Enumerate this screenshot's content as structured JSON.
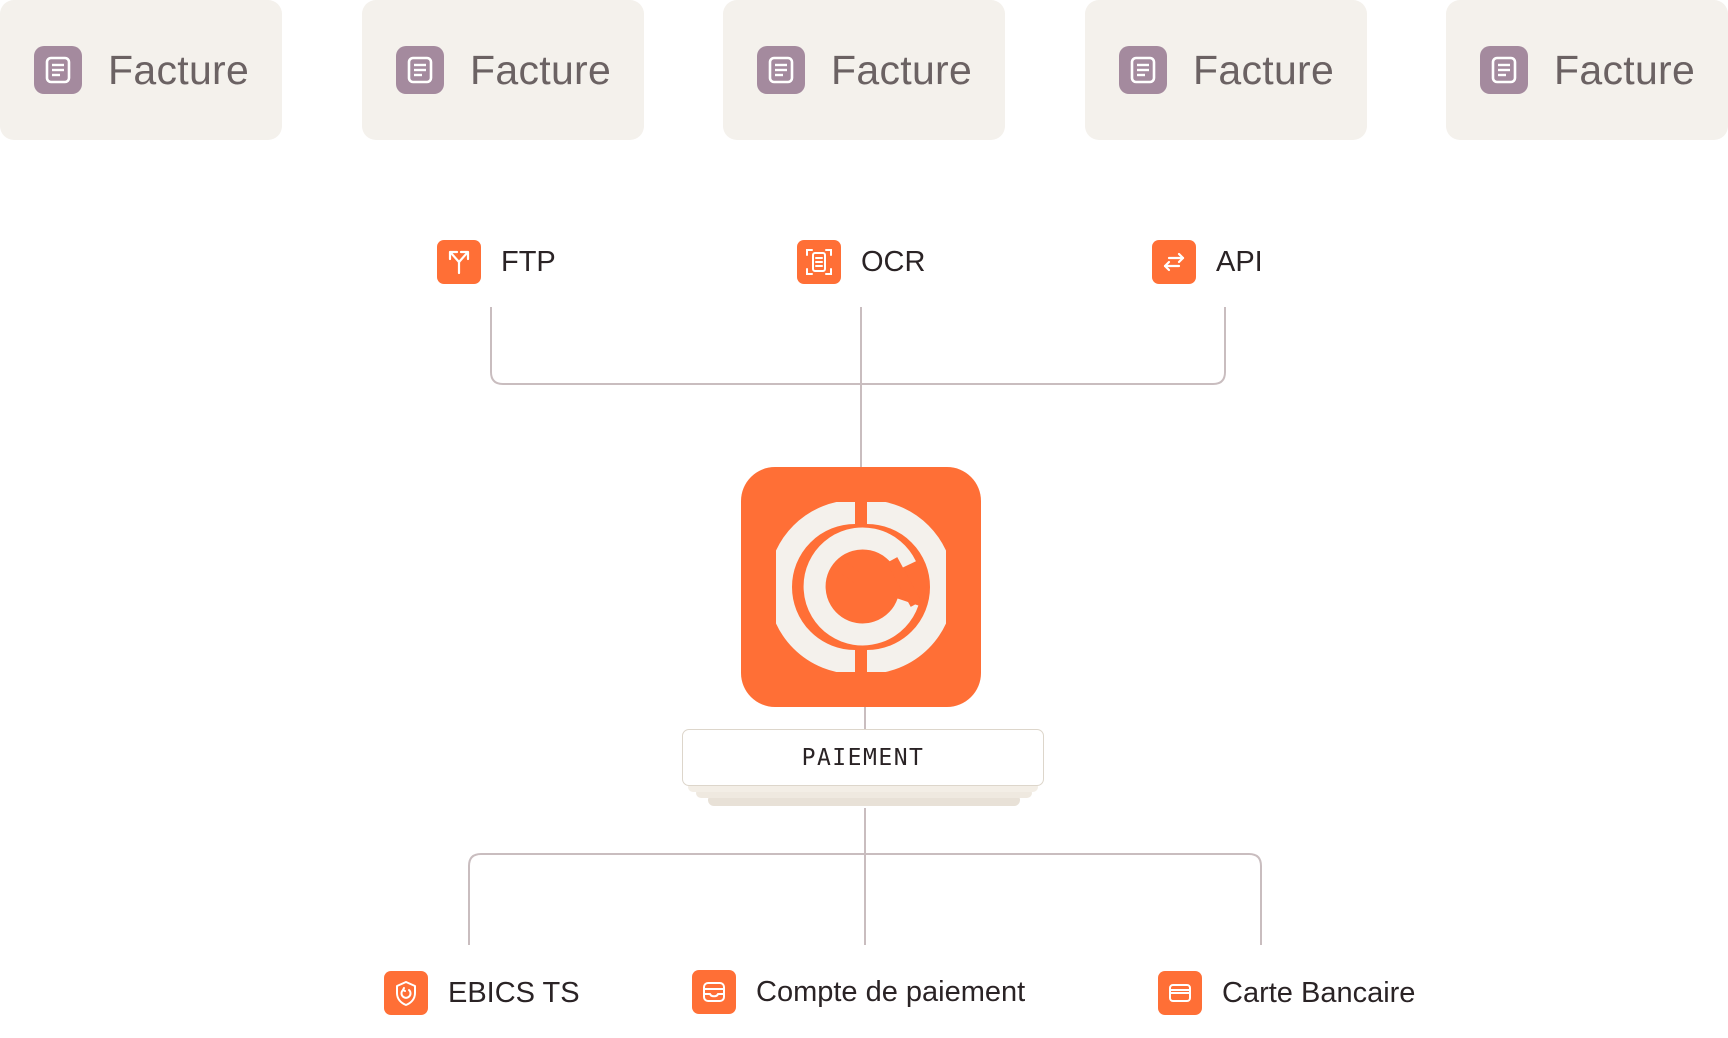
{
  "invoices": [
    {
      "label": "Facture"
    },
    {
      "label": "Facture"
    },
    {
      "label": "Facture"
    },
    {
      "label": "Facture"
    },
    {
      "label": "Facture"
    }
  ],
  "sources": {
    "ftp": {
      "label": "FTP",
      "icon": "split-arrows-icon"
    },
    "ocr": {
      "label": "OCR",
      "icon": "document-scan-icon"
    },
    "api": {
      "label": "API",
      "icon": "swap-arrows-icon"
    }
  },
  "hub": {
    "icon": "logo-icon",
    "label": "PAIEMENT"
  },
  "destinations": {
    "ebics": {
      "label": "EBICS TS",
      "icon": "shield-icon"
    },
    "compte": {
      "label": "Compte de paiement",
      "icon": "wallet-icon"
    },
    "carte": {
      "label": "Carte Bancaire",
      "icon": "credit-card-icon"
    }
  },
  "colors": {
    "accent": "#ff6f36",
    "invoice_icon": "#a48a9e",
    "card_background": "#f4f1ec",
    "line": "#c9bdbf"
  }
}
